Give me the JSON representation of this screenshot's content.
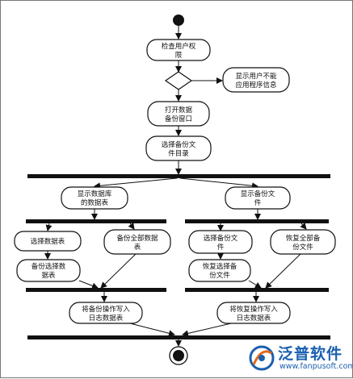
{
  "nodes": {
    "check_permission": [
      "检查用户权",
      "限"
    ],
    "show_no_app_info": [
      "显示用户不能",
      "应用程序信息"
    ],
    "open_backup_window": [
      "打开数据",
      "备份窗口"
    ],
    "select_backup_dir": [
      "选择备份文",
      "件目录"
    ],
    "show_db_tables": [
      "显示数据库",
      "的数据表"
    ],
    "show_backup_files": [
      "显示备份文",
      "件"
    ],
    "select_tables": [
      "选择数据表"
    ],
    "backup_all_tables": [
      "备份全部数据",
      "表"
    ],
    "backup_selected_tables": [
      "备份选择数",
      "据表"
    ],
    "select_backup_file": [
      "选择备份文",
      "件"
    ],
    "restore_all_files": [
      "恢复全部备",
      "份文件"
    ],
    "restore_selected_files": [
      "恢复选择备",
      "份文件"
    ],
    "write_backup_log": [
      "将备份操作写入",
      "日志数据表"
    ],
    "write_restore_log": [
      "将恢复操作写入",
      "日志数据表"
    ]
  },
  "watermark": {
    "name": "泛普软件",
    "url": "www.fanpusoft.com"
  },
  "colors": {
    "line": "#111111",
    "watermark": "#1a5fb0"
  }
}
